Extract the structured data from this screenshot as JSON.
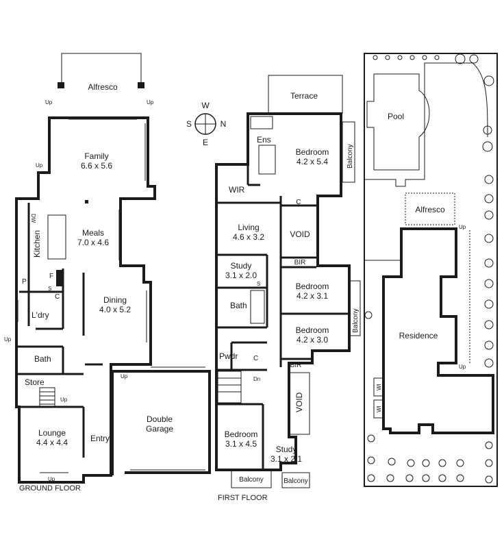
{
  "ground_floor": {
    "caption": "GROUND FLOOR",
    "alfresco": "Alfresco",
    "family": "Family",
    "family_dim": "6.6 x 5.6",
    "meals": "Meals",
    "meals_dim": "7.0 x 4.6",
    "kitchen": "Kitchen",
    "dw": "DW",
    "f": "F",
    "s": "S",
    "p": "P",
    "c": "C",
    "ldry": "L'dry",
    "dining": "Dining",
    "dining_dim": "4.0 x 5.2",
    "bath": "Bath",
    "store": "Store",
    "lounge": "Lounge",
    "lounge_dim": "4.4 x 4.4",
    "entry": "Entry",
    "garage_1": "Double",
    "garage_2": "Garage",
    "up": "Up"
  },
  "first_floor": {
    "caption": "FIRST FLOOR",
    "terrace": "Terrace",
    "ens": "Ens",
    "bedroom": "Bedroom",
    "bed1_dim": "4.2 x 5.4",
    "balcony": "Balcony",
    "wir": "WIR",
    "c": "C",
    "living": "Living",
    "living_dim": "4.6 x 3.2",
    "void": "VOID",
    "bir": "BIR",
    "study": "Study",
    "study1_dim": "3.1 x 2.0",
    "s": "S",
    "bed2_dim": "4.2 x 3.1",
    "bath": "Bath",
    "bed3_dim": "4.2 x 3.0",
    "pwdr": "Pwdr",
    "dn": "Dn",
    "bed4_dim": "3.1 x 4.5",
    "study2_dim": "3.1 x 2.1"
  },
  "compass": {
    "w": "W",
    "s": "S",
    "n": "N",
    "e": "E"
  },
  "site": {
    "pool": "Pool",
    "alfresco": "Alfresco",
    "residence": "Residence",
    "up": "Up",
    "wi": "WI"
  },
  "colors": {
    "wall": "#1a1a1a",
    "line": "#333333",
    "background": "#ffffff"
  }
}
